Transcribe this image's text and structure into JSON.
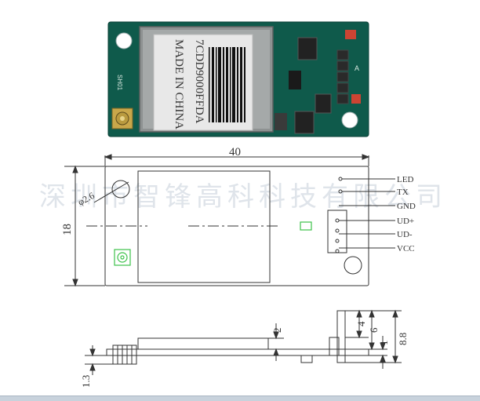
{
  "photo": {
    "module_label": "7CDD9000FFDA",
    "origin_label": "MADE IN CHINA",
    "silk_left": "SH01",
    "silk_right": "A",
    "board_color": "#0f5a4b",
    "label_color": "#e8e8e8"
  },
  "drawing": {
    "width_dim": "40",
    "height_dim": "18",
    "hole_dim": "φ2.6",
    "pins": [
      "LED",
      "TX",
      "GND",
      "UD+",
      "UD-",
      "VCC"
    ],
    "accent_color": "#3cc24a"
  },
  "side_view": {
    "dim_component": "2",
    "dim_4": "4",
    "dim_6": "6",
    "dim_1": "1",
    "dim_8_8": "8.8",
    "dim_1_3": "1.3"
  },
  "watermark": "深圳市智锋高科科技有限公司"
}
